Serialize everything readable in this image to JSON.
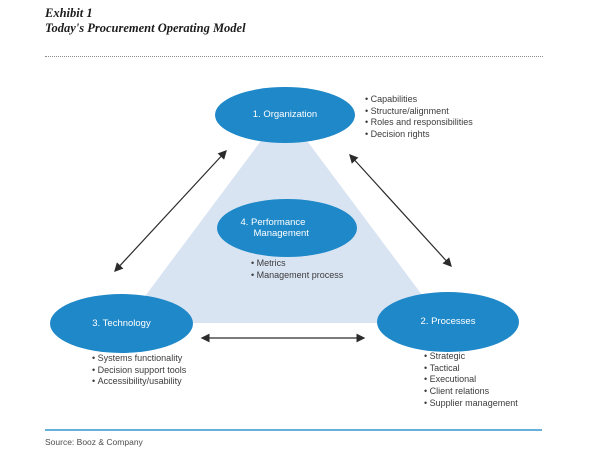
{
  "header": {
    "exhibit_label": "Exhibit 1",
    "title": "Today's Procurement Operating Model"
  },
  "footer": {
    "source": "Source: Booz & Company"
  },
  "colors": {
    "node_fill": "#1e88c8",
    "triangle_fill": "#d9e4f3",
    "arrow": "#2b2b2b",
    "footer_rule": "#66b0dc",
    "header_text": "#1c1c1c",
    "bullet_text": "#3b3b3b"
  },
  "diagram": {
    "nodes": {
      "organization": {
        "label": "1. Organization",
        "bullets": [
          "Capabilities",
          "Structure/alignment",
          "Roles and responsibilities",
          "Decision rights"
        ]
      },
      "processes": {
        "label": "2. Processes",
        "bullets": [
          "Strategic",
          "Tactical",
          "Executional",
          "Client relations",
          "Supplier management"
        ]
      },
      "technology": {
        "label": "3. Technology",
        "bullets": [
          "Systems functionality",
          "Decision support tools",
          "Accessibility/usability"
        ]
      },
      "performance": {
        "label": "4. Performance Management",
        "bullets": [
          "Metrics",
          "Management process"
        ]
      }
    },
    "connections": [
      {
        "from": "organization",
        "to": "technology",
        "style": "double-arrow"
      },
      {
        "from": "organization",
        "to": "processes",
        "style": "double-arrow"
      },
      {
        "from": "technology",
        "to": "processes",
        "style": "double-arrow"
      }
    ]
  }
}
